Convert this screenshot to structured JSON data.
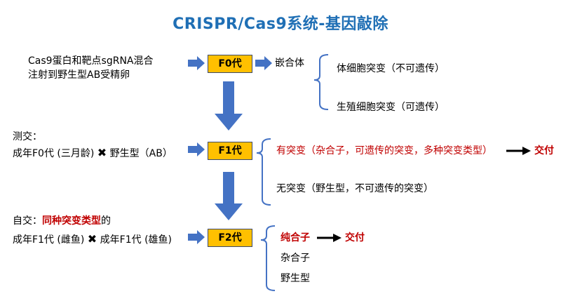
{
  "title": "CRISPR/Cas9系统-基因敲除",
  "row1": {
    "left_line1": "Cas9蛋白和靶点sgRNA混合",
    "left_line2": "注射到野生型AB受精卵",
    "box": "F0代",
    "result": "嵌合体",
    "branch_top": "体细胞突变（不可遗传）",
    "branch_bottom": "生殖细胞突变（可遗传）"
  },
  "row2": {
    "label": "测交：",
    "left_part1": "成年F0代 (三月龄)",
    "cross_symbol": "✖",
    "left_part2": "野生型（AB）",
    "box": "F1代",
    "branch_top": "有突变（杂合子，可遗传的突变，多种突变类型）",
    "branch_top_target": "交付",
    "branch_bottom": "无突变（野生型，不可遗传的突变）"
  },
  "row3": {
    "label_prefix": "自交：",
    "label_highlight": "同种突变类型",
    "label_suffix": "的",
    "left_part1": "成年F1代 (雌鱼)",
    "cross_symbol": "✖",
    "left_part2": "成年F1代 (雄鱼)",
    "box": "F2代",
    "branch_1": "纯合子",
    "branch_1_target": "交付",
    "branch_2": "杂合子",
    "branch_3": "野生型"
  },
  "colors": {
    "title": "#1f6fb5",
    "box_fill": "#ffc000",
    "arrow_fill": "#4472c4",
    "brace": "#4472c4",
    "highlight": "#c00000"
  }
}
